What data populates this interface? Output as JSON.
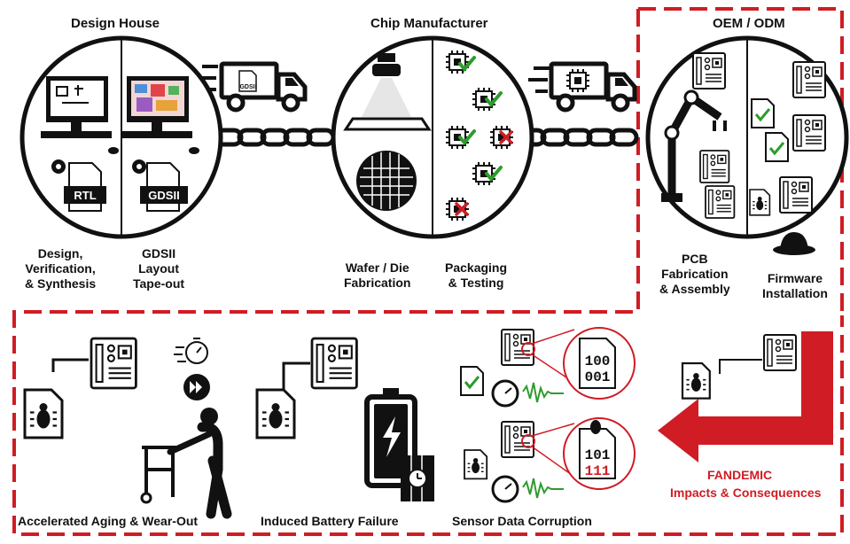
{
  "stages": {
    "design_house": {
      "title": "Design House",
      "left_caption": [
        "Design,",
        "Verification,",
        "& Synthesis"
      ],
      "right_caption": [
        "GDSII",
        "Layout",
        "Tape-out"
      ],
      "doc_left": "RTL",
      "doc_right": "GDSII"
    },
    "chip_manufacturer": {
      "title": "Chip Manufacturer",
      "left_caption": [
        "Wafer / Die",
        "Fabrication"
      ],
      "right_caption": [
        "Packaging",
        "& Testing"
      ]
    },
    "oem_odm": {
      "title": "OEM / ODM",
      "left_caption": [
        "PCB",
        "Fabrication",
        "& Assembly"
      ],
      "right_caption": [
        "Firmware",
        "Installation"
      ]
    }
  },
  "truck_cargo_label": "GDSII",
  "impacts": {
    "aging": "Accelerated Aging & Wear-Out",
    "battery": "Induced Battery Failure",
    "sensor": "Sensor Data Corruption",
    "bits_clean": [
      "100",
      "001"
    ],
    "bits_corrupt_row1": "101",
    "bits_corrupt_row2": "111"
  },
  "fandemic": {
    "title": "FANDEMIC",
    "subtitle": "Impacts & Consequences"
  },
  "colors": {
    "accent_red": "#d01c24",
    "check_green": "#2e9b2e",
    "ink": "#111111"
  },
  "icons": [
    "computer-monitor-icon",
    "gear-icon",
    "document-icon",
    "truck-icon",
    "chain-icon",
    "microscope-lens-icon",
    "wafer-icon",
    "chip-icon",
    "checkmark-icon",
    "x-mark-icon",
    "robot-arm-icon",
    "pcb-board-icon",
    "bug-icon",
    "hacker-hat-icon",
    "stopwatch-icon",
    "fast-forward-icon",
    "elderly-walker-icon",
    "battery-icon",
    "lightning-icon",
    "dynamite-icon",
    "sensor-gauge-icon",
    "waveform-icon",
    "red-arrow-icon"
  ]
}
